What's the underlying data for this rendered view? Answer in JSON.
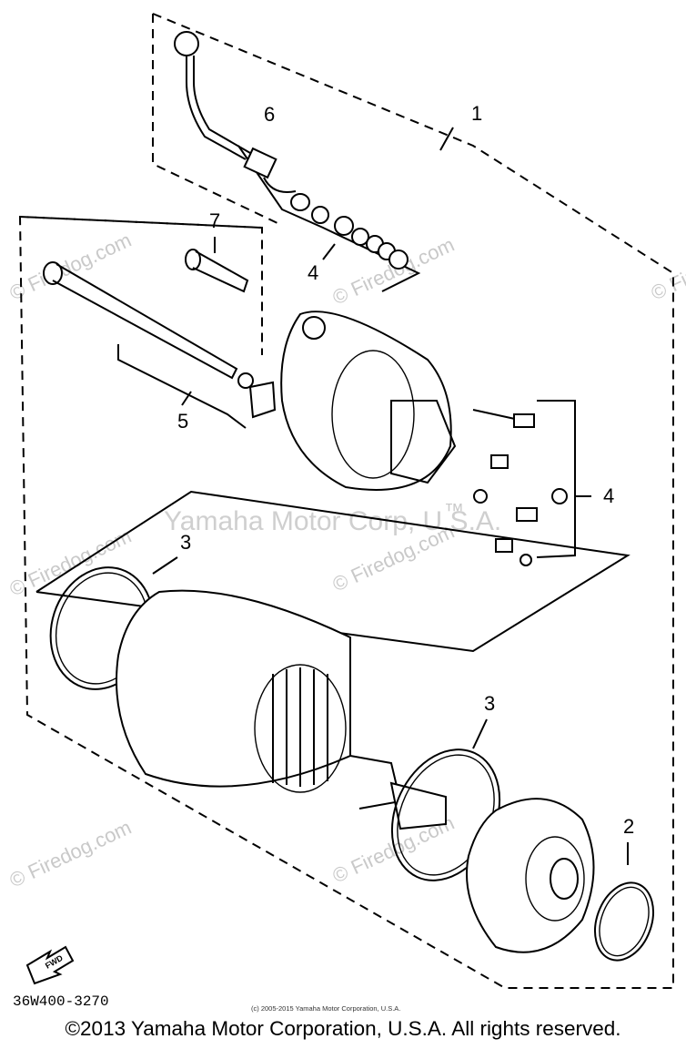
{
  "callouts": {
    "c1": "1",
    "c2": "2",
    "c3a": "3",
    "c3b": "3",
    "c4a": "4",
    "c4b": "4",
    "c5": "5",
    "c6": "6",
    "c7": "7"
  },
  "watermarks": {
    "firedog": "© Firedog.com",
    "yamaha_center": "Yamaha Motor Corp, U.S.A.",
    "tm": "™"
  },
  "fwd_label": "FWD",
  "part_number": "36W400-3270",
  "small_copyright": "(c) 2005-2015 Yamaha Motor Corporation, U.S.A.",
  "footer_copyright": "©2013 Yamaha Motor Corporation, U.S.A. All rights reserved."
}
